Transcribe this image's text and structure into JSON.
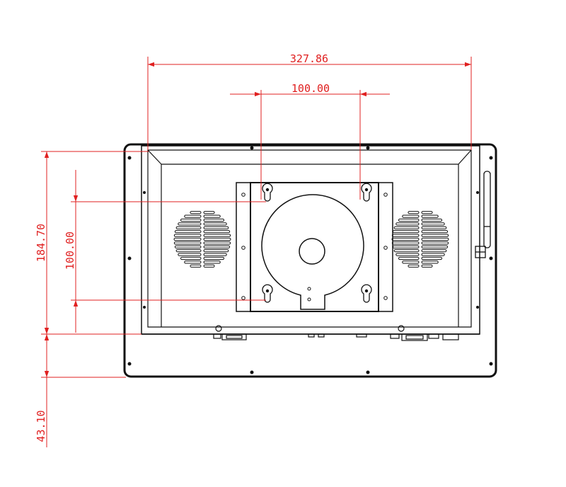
{
  "dimensions": {
    "overall_width": "327.86",
    "vesa_horizontal": "100.00",
    "overall_height": "184.70",
    "vesa_vertical": "100.00",
    "bottom_offset": "43.10"
  },
  "colors": {
    "dimension_line": "#e02020",
    "outline": "#111111",
    "background": "#ffffff"
  }
}
